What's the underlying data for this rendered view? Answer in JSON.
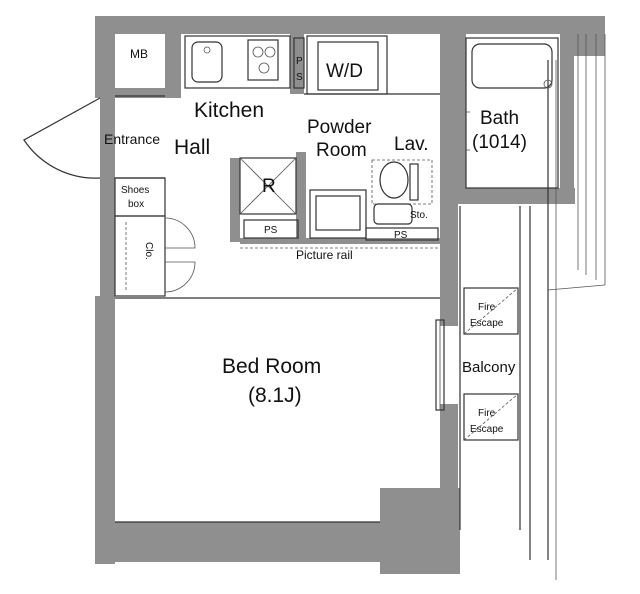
{
  "rooms": {
    "mb": "MB",
    "kitchen": "Kitchen",
    "wd": "W/D",
    "ps_vertical": "P\nS",
    "powder_room_line1": "Powder",
    "powder_room_line2": "Room",
    "bath_line1": "Bath",
    "bath_line2": "(1014)",
    "entrance": "Entrance",
    "hall": "Hall",
    "lav": "Lav.",
    "refrigerator": "R",
    "shoes_box_line1": "Shoes",
    "shoes_box_line2": "box",
    "sto": "Sto.",
    "ps_left": "PS",
    "ps_right": "PS",
    "picture_rail": "Picture rail",
    "clo": "Clo.",
    "fire_escape_top_line1": "Fire",
    "fire_escape_top_line2": "Escape",
    "balcony": "Balcony",
    "fire_escape_bottom_line1": "Fire",
    "fire_escape_bottom_line2": "Escape",
    "bed_room": "Bed Room",
    "bed_room_size": "(8.1J)"
  },
  "colors": {
    "wall": "#8f8f8f",
    "line": "#333333",
    "background": "#ffffff"
  }
}
